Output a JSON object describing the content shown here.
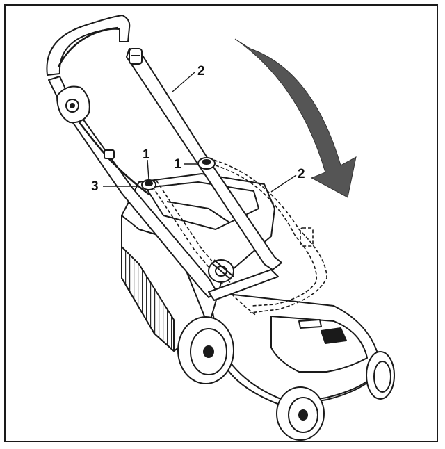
{
  "callouts": {
    "handle_upper": "2",
    "handle_folded": "2",
    "knob_left": "1",
    "knob_right": "1",
    "cable_clip": "3"
  },
  "colors": {
    "line": "#1a1a1a",
    "arrow": "#555555",
    "hatch": "#2a2a2a",
    "background": "#ffffff"
  }
}
